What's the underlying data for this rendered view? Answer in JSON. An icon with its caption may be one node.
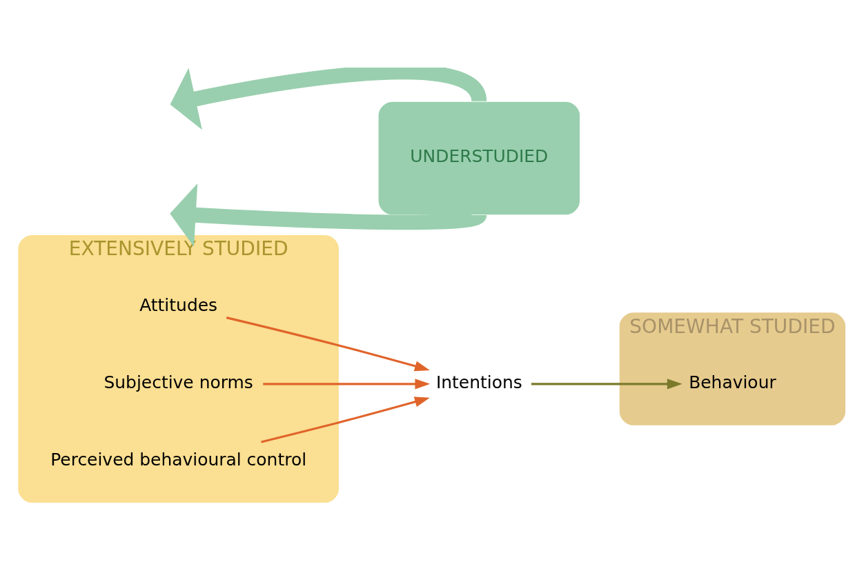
{
  "diagram": {
    "nodes": [
      {
        "text": [
          "EXTENSIVELY STUDIED"
        ]
      },
      {
        "text": [
          "Attitudes"
        ],
        "in": 0
      },
      {
        "text": [
          "Subjective norms"
        ],
        "in": 0
      },
      {
        "text": [
          "Perceived behavioural control"
        ],
        "in": 0
      },
      {
        "text": [
          "SOMEWHAT STUDIED"
        ]
      },
      {
        "text": [
          "Intentions"
        ]
      },
      {
        "text": [
          "Behaviour"
        ],
        "in": 4
      },
      {
        "text": [
          "UNDERSTUDIED"
        ]
      }
    ],
    "edges": [
      {
        "from": 1,
        "to": 5,
        "arrow": "to"
      },
      {
        "from": 2,
        "to": 5,
        "arrow": "to"
      },
      {
        "from": 3,
        "to": 5,
        "arrow": "to"
      },
      {
        "from": 5,
        "to": 6,
        "arrow": "to",
        "color": "#7a7a2a"
      },
      {
        "from": 7,
        "to": null,
        "arrow": "to",
        "style": "thick",
        "color": "#99cfae"
      },
      {
        "from": 7,
        "to": null,
        "arrow": "to",
        "style": "thick",
        "color": "#99cfae"
      }
    ]
  }
}
